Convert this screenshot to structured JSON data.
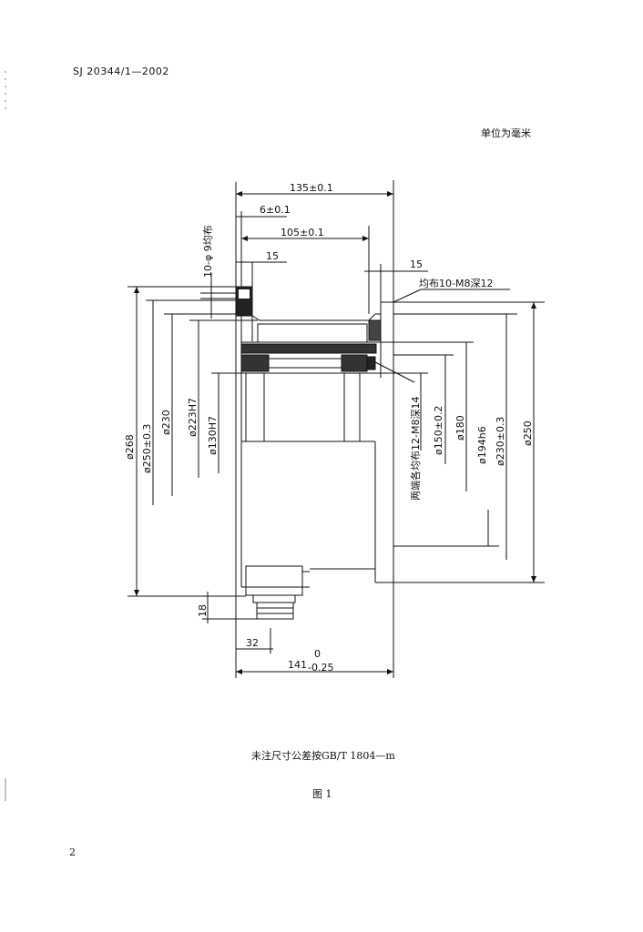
{
  "header": {
    "standard_no": "SJ 20344/1—2002"
  },
  "unit_note": "单位为毫米",
  "drawing": {
    "dims_top": {
      "overall": "135±0.1",
      "flange": "6±0.1",
      "inner": "105±0.1",
      "left_15": "15",
      "right_15": "15"
    },
    "holes_note": "10-φ 9均布",
    "thread_note_top": "均布10-M8深12",
    "thread_note_mid": "两端各均布12-M8深14",
    "left_diameters": [
      "ø268",
      "ø250±0.3",
      "ø230",
      "ø223H7",
      "ø130H7"
    ],
    "right_diameters": [
      "ø150±0.2",
      "ø180",
      "ø194h6",
      "ø230±0.3",
      "ø250"
    ],
    "dim_18": "18",
    "dim_32": "32",
    "dim_141": {
      "nominal": "141",
      "upper": "0",
      "lower": "-0.25"
    }
  },
  "footer": {
    "tolerance_note": "未注尺寸公差按GB/T 1804—m",
    "figure_label": "图 1",
    "page_number": "2"
  }
}
